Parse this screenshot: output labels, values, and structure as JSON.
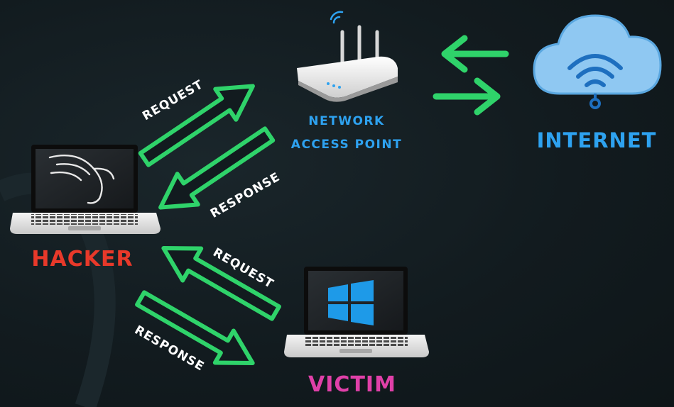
{
  "labels": {
    "access_point": [
      "NETWORK",
      "ACCESS POINT"
    ],
    "internet": "INTERNET",
    "hacker": "HACKER",
    "victim": "VICTIM",
    "hacker_to_ap": "REQUEST",
    "ap_to_hacker": "RESPONSE",
    "victim_to_hacker": "REQUEST",
    "hacker_to_victim": "RESPONSE"
  },
  "colors": {
    "arrow": "#2fd36a",
    "access_point_label": "#2ea2f0",
    "internet_label": "#2ea2f0",
    "hacker_label": "#e8392a",
    "victim_label": "#e040a8",
    "cloud": "#8fc8f2",
    "windows_logo": "#1e9ae8"
  },
  "icons": {
    "hacker": "kali-dragon-icon",
    "victim": "windows-logo-icon",
    "access_point": "wifi-router-icon",
    "internet": "cloud-wifi-icon"
  }
}
